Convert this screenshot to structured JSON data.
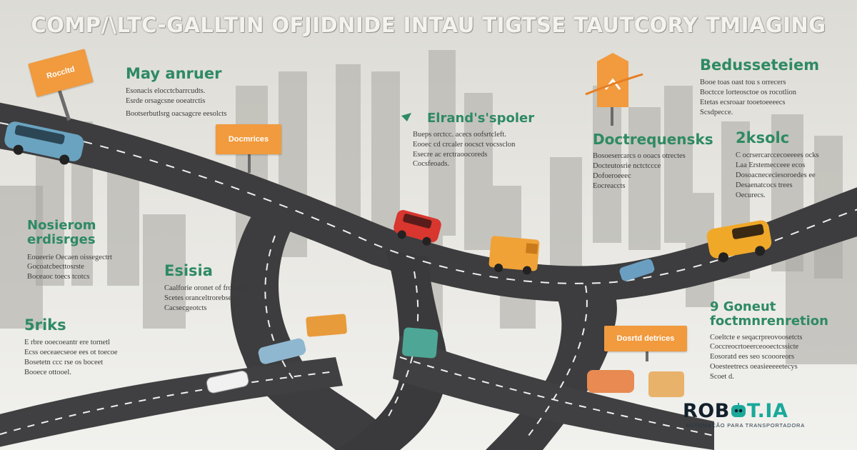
{
  "title": "COMP/\\LTC-GALLTIN OFJIDNIDE INTAU TIGTSE TAUTCORY TMIAGING",
  "signs": {
    "sign1": "Roccltd",
    "sign2": "Docmrices",
    "sign3": "Dosrtd detrices"
  },
  "blocks": {
    "b1": {
      "heading": "May anruer",
      "lines": [
        "Esonacis elocctcbarrcudts.",
        "Esrde orsagcsne  ooeatrctis",
        "Bootserbutlsrg  oacsagcre eesolcts"
      ]
    },
    "b2": {
      "heading": "Elrand's'spoler",
      "lines": [
        "Bueps orctcc. acecs oofsrtcleft.",
        "Eooec cd crcaler oocsct vocssclon",
        "Esecre ac erctraoocoreds",
        "Cocsfeoads."
      ]
    },
    "b3": {
      "heading": "Bedusseteiem",
      "lines": [
        "Booe toas oast tou s orrecers",
        "Boctcce lorteosctoe os rocotlion",
        "Etetas ecsroaar tooetoeeeecs",
        "Scsdpecce."
      ]
    },
    "b4": {
      "heading": "Doctrequensks",
      "lines": [
        "Bosoesercarcs o ooacs otrectes",
        "Docteutosrie nctctccce",
        "Dofoeroeeec",
        "Eocreaccts"
      ]
    },
    "b5": {
      "heading": "2ksolc",
      "lines": [
        "C ocrsercarccecoeeees ocks",
        "Laa Erstemecceee ecos",
        "Dosoacnececiesoroedes ee",
        "Desaenatcocs trees",
        "Oecurecs."
      ]
    },
    "b6": {
      "heading": "Nosierom erdisrges",
      "lines": [
        "Eoueerie Oecaen oissegectrt",
        "Gocoatcbecttosrste",
        "Boceaoc toecs tcotcs"
      ]
    },
    "b7": {
      "heading": "Esisia",
      "lines": [
        "Caalforie oronet of frocertos",
        "Scetes  oranceltrorebsecss",
        "Cacsecgeotcts"
      ]
    },
    "b8": {
      "heading": "9 Goneut foctmnrenretion",
      "lines": [
        "Coeltcte e seqacrpreovoosetcts",
        "Coccreocrtoeerceooectcssicte",
        "Eosoratd  ees seo scoooreors",
        "Ooesteetrecs oeasieeeeetecys",
        "Scoet d."
      ]
    },
    "b9": {
      "heading": "5riks",
      "lines": [
        "E rbre ooecoeantr ere tornetl",
        "Ecss oeceaecseoe ees ot toecoe",
        "Bosetetn ccc  rse os boceet",
        "Booece ottooel."
      ]
    }
  },
  "logo": {
    "part1": "ROB",
    "part2": "T.IA",
    "tagline": "AUTOMAÇÃO PARA TRANSPORTADORA"
  },
  "colors": {
    "accent_green": "#2e8a63",
    "sign_orange": "#f19a3e",
    "logo_dark": "#13202c",
    "logo_teal": "#1aa99a"
  }
}
